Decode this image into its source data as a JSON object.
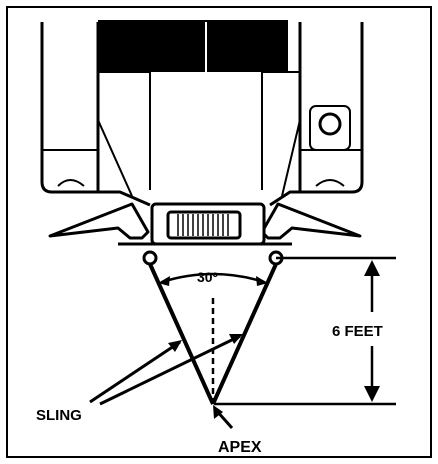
{
  "labels": {
    "angle": "30º",
    "height": "6 FEET",
    "sling": "SLING",
    "apex": "APEX"
  },
  "colors": {
    "ink": "#000000",
    "paper": "#ffffff",
    "shade": "#8a8a8a"
  }
}
